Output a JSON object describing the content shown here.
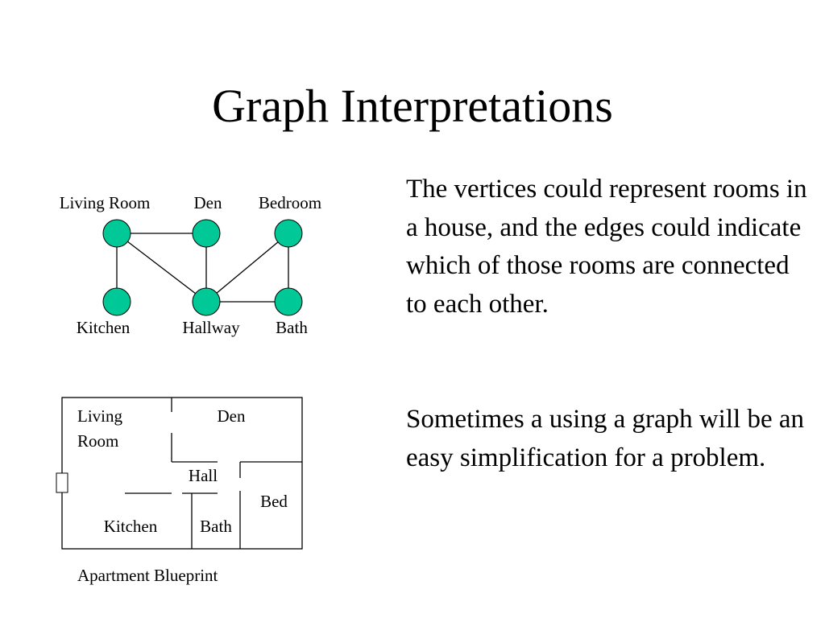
{
  "title": "Graph Interpretations",
  "graph": {
    "node_color": "#00c896",
    "labels": {
      "living_room": "Living Room",
      "den": "Den",
      "bedroom": "Bedroom",
      "kitchen": "Kitchen",
      "hallway": "Hallway",
      "bath": "Bath"
    }
  },
  "blueprint": {
    "rooms": {
      "living_line1": "Living",
      "living_line2": "Room",
      "den": "Den",
      "hall": "Hall",
      "bed": "Bed",
      "kitchen": "Kitchen",
      "bath": "Bath"
    },
    "caption": "Apartment Blueprint"
  },
  "text": {
    "paragraph1": "The vertices could represent rooms in a house, and the edges could indicate which of those rooms are connected to each other.",
    "paragraph2": "Sometimes a using a graph will be an easy simplification for a problem."
  }
}
